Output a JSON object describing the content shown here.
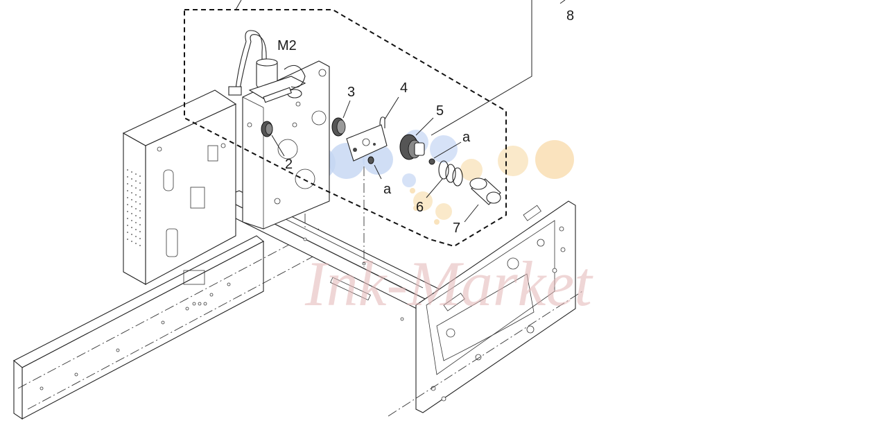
{
  "diagram": {
    "callouts": {
      "m2": "M2",
      "n2": "2",
      "n3": "3",
      "n4": "4",
      "n5": "5",
      "a_upper": "a",
      "a_lower": "a",
      "n6": "6",
      "n7": "7",
      "n8": "8"
    },
    "watermark": "Ink-Market",
    "colors": {
      "line": "#222222",
      "watermark": "#e3b6b6",
      "dot_blue": "#b9cff0",
      "dot_orange": "#f7ddb0"
    }
  }
}
